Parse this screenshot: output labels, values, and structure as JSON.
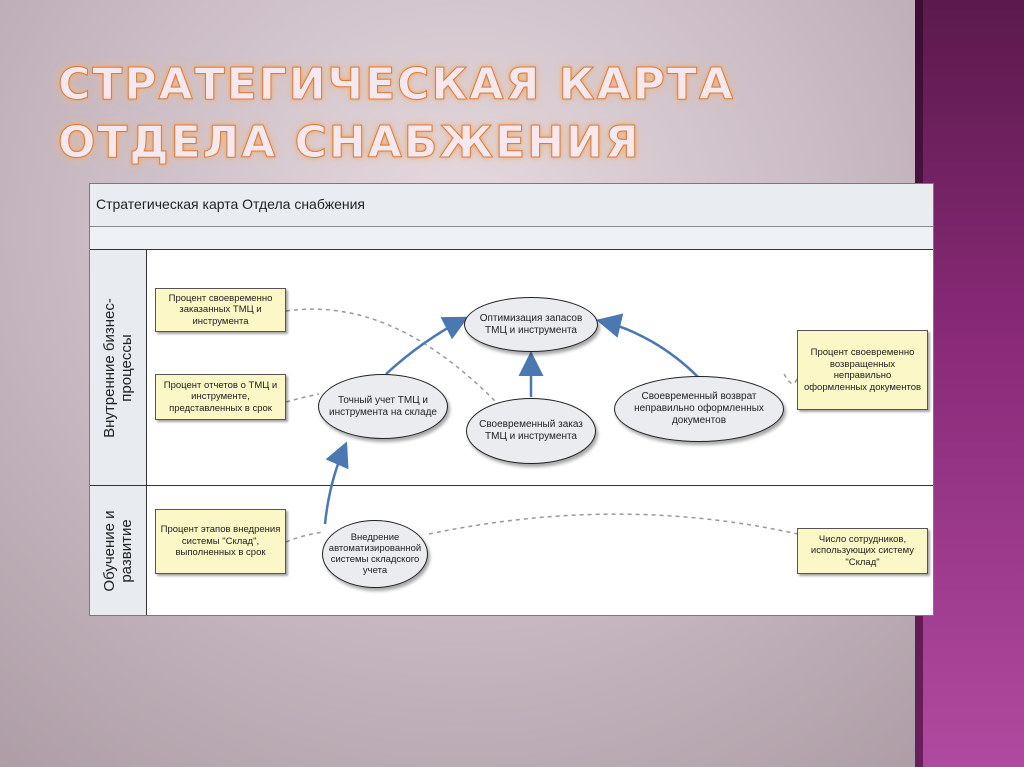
{
  "slide": {
    "title": "Стратегическая карта отдела снабжения"
  },
  "diagram": {
    "header": "Стратегическая карта Отдела снабжения",
    "lanes": [
      {
        "label": "Внутренние бизнес-процессы"
      },
      {
        "label": "Обучение и развитие"
      }
    ],
    "goals": [
      {
        "text": "Оптимизация запасов ТМЦ и инструмента"
      },
      {
        "text": "Точный учет ТМЦ и инструмента на складе"
      },
      {
        "text": "Своевременный заказ ТМЦ и инструмента"
      },
      {
        "text": "Своевременный возврат неправильно оформленных документов"
      },
      {
        "text": "Внедрение автоматизированной системы складского учета"
      }
    ],
    "kpis": [
      {
        "text": "Процент своевременно заказанных ТМЦ и инструмента"
      },
      {
        "text": "Процент отчетов о ТМЦ и инструменте, представленных в срок"
      },
      {
        "text": "Процент своевременно возвращенных неправильно оформленных документов"
      },
      {
        "text": "Процент этапов внедрения системы \"Склад\", выполненных в срок"
      },
      {
        "text": "Число сотрудников, использующих систему \"Склад\""
      }
    ],
    "colors": {
      "arrow": "#4a78b0",
      "kpi_fill": "#fbf7c6",
      "goal_fill": "#eaecef",
      "dashed_link": "#999999"
    }
  }
}
